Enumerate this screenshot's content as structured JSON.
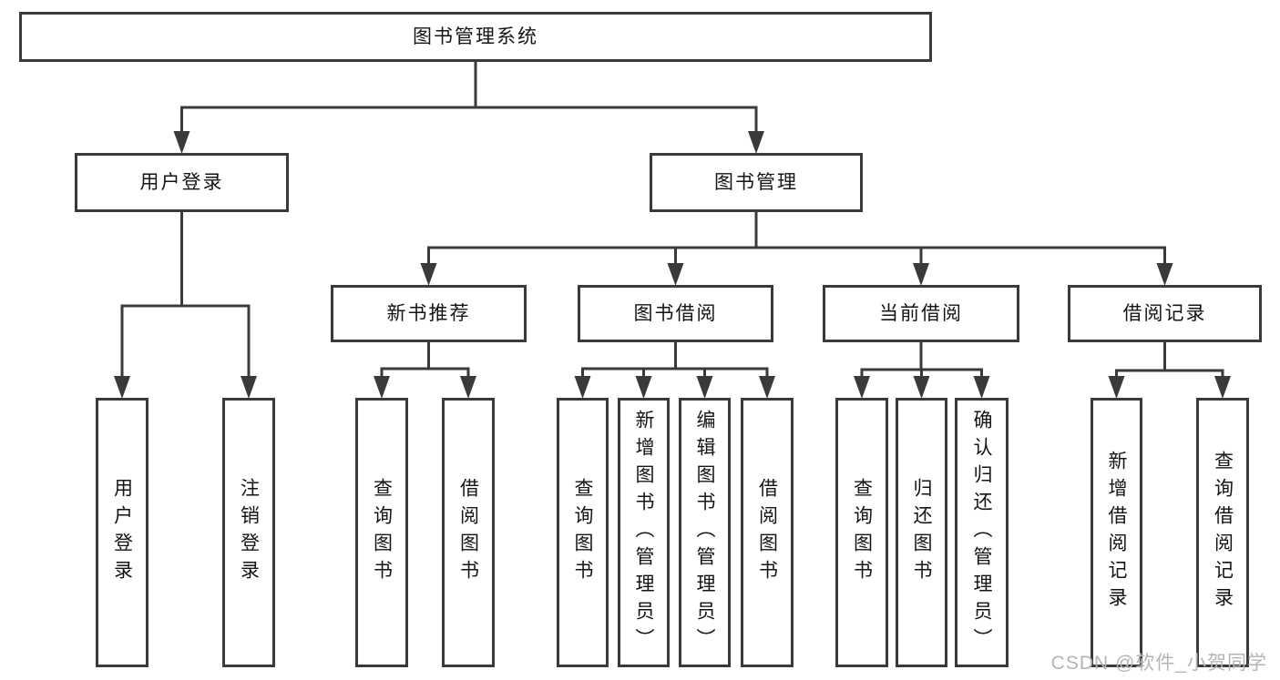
{
  "diagram": {
    "type": "tree",
    "colors": {
      "line": "#3a3a3a",
      "box_border": "#3a3a3a",
      "box_fill": "#ffffff",
      "text": "#141414",
      "watermark": "#b5b5b5",
      "background": "#ffffff"
    },
    "nodes": [
      {
        "id": "root",
        "label": "图书管理系统",
        "level": 1
      },
      {
        "id": "user-login",
        "label": "用户登录",
        "level": 2
      },
      {
        "id": "book-mgmt",
        "label": "图书管理",
        "level": 2
      },
      {
        "id": "new-book-rec",
        "label": "新书推荐",
        "level": 3
      },
      {
        "id": "book-borrow",
        "label": "图书借阅",
        "level": 3
      },
      {
        "id": "current-borrow",
        "label": "当前借阅",
        "level": 3
      },
      {
        "id": "borrow-records",
        "label": "借阅记录",
        "level": 3
      },
      {
        "id": "leaf-user-login",
        "label": "用户登录",
        "level": 4
      },
      {
        "id": "leaf-logout",
        "label": "注销登录",
        "level": 4
      },
      {
        "id": "leaf-query-book-1",
        "label": "查询图书",
        "level": 4
      },
      {
        "id": "leaf-borrow-book-1",
        "label": "借阅图书",
        "level": 4
      },
      {
        "id": "leaf-query-book-2",
        "label": "查询图书",
        "level": 4
      },
      {
        "id": "leaf-add-book",
        "label": "新增图书（管理员）",
        "level": 4
      },
      {
        "id": "leaf-edit-book",
        "label": "编辑图书（管理员）",
        "level": 4
      },
      {
        "id": "leaf-borrow-book-2",
        "label": "借阅图书",
        "level": 4
      },
      {
        "id": "leaf-query-book-3",
        "label": "查询图书",
        "level": 4
      },
      {
        "id": "leaf-return-book",
        "label": "归还图书",
        "level": 4
      },
      {
        "id": "leaf-confirm-return",
        "label": "确认归还（管理员）",
        "level": 4
      },
      {
        "id": "leaf-add-borrow-record",
        "label": "新增借阅记录",
        "level": 4
      },
      {
        "id": "leaf-query-borrow-record",
        "label": "查询借阅记录",
        "level": 4
      }
    ],
    "edges": [
      {
        "from": "root",
        "to": "user-login"
      },
      {
        "from": "root",
        "to": "book-mgmt"
      },
      {
        "from": "user-login",
        "to": "leaf-user-login"
      },
      {
        "from": "user-login",
        "to": "leaf-logout"
      },
      {
        "from": "book-mgmt",
        "to": "new-book-rec"
      },
      {
        "from": "book-mgmt",
        "to": "book-borrow"
      },
      {
        "from": "book-mgmt",
        "to": "current-borrow"
      },
      {
        "from": "book-mgmt",
        "to": "borrow-records"
      },
      {
        "from": "new-book-rec",
        "to": "leaf-query-book-1"
      },
      {
        "from": "new-book-rec",
        "to": "leaf-borrow-book-1"
      },
      {
        "from": "book-borrow",
        "to": "leaf-query-book-2"
      },
      {
        "from": "book-borrow",
        "to": "leaf-add-book"
      },
      {
        "from": "book-borrow",
        "to": "leaf-edit-book"
      },
      {
        "from": "book-borrow",
        "to": "leaf-borrow-book-2"
      },
      {
        "from": "current-borrow",
        "to": "leaf-query-book-3"
      },
      {
        "from": "current-borrow",
        "to": "leaf-return-book"
      },
      {
        "from": "current-borrow",
        "to": "leaf-confirm-return"
      },
      {
        "from": "borrow-records",
        "to": "leaf-add-borrow-record"
      },
      {
        "from": "borrow-records",
        "to": "leaf-query-borrow-record"
      }
    ],
    "watermark": "CSDN @软件_小贺同学"
  }
}
